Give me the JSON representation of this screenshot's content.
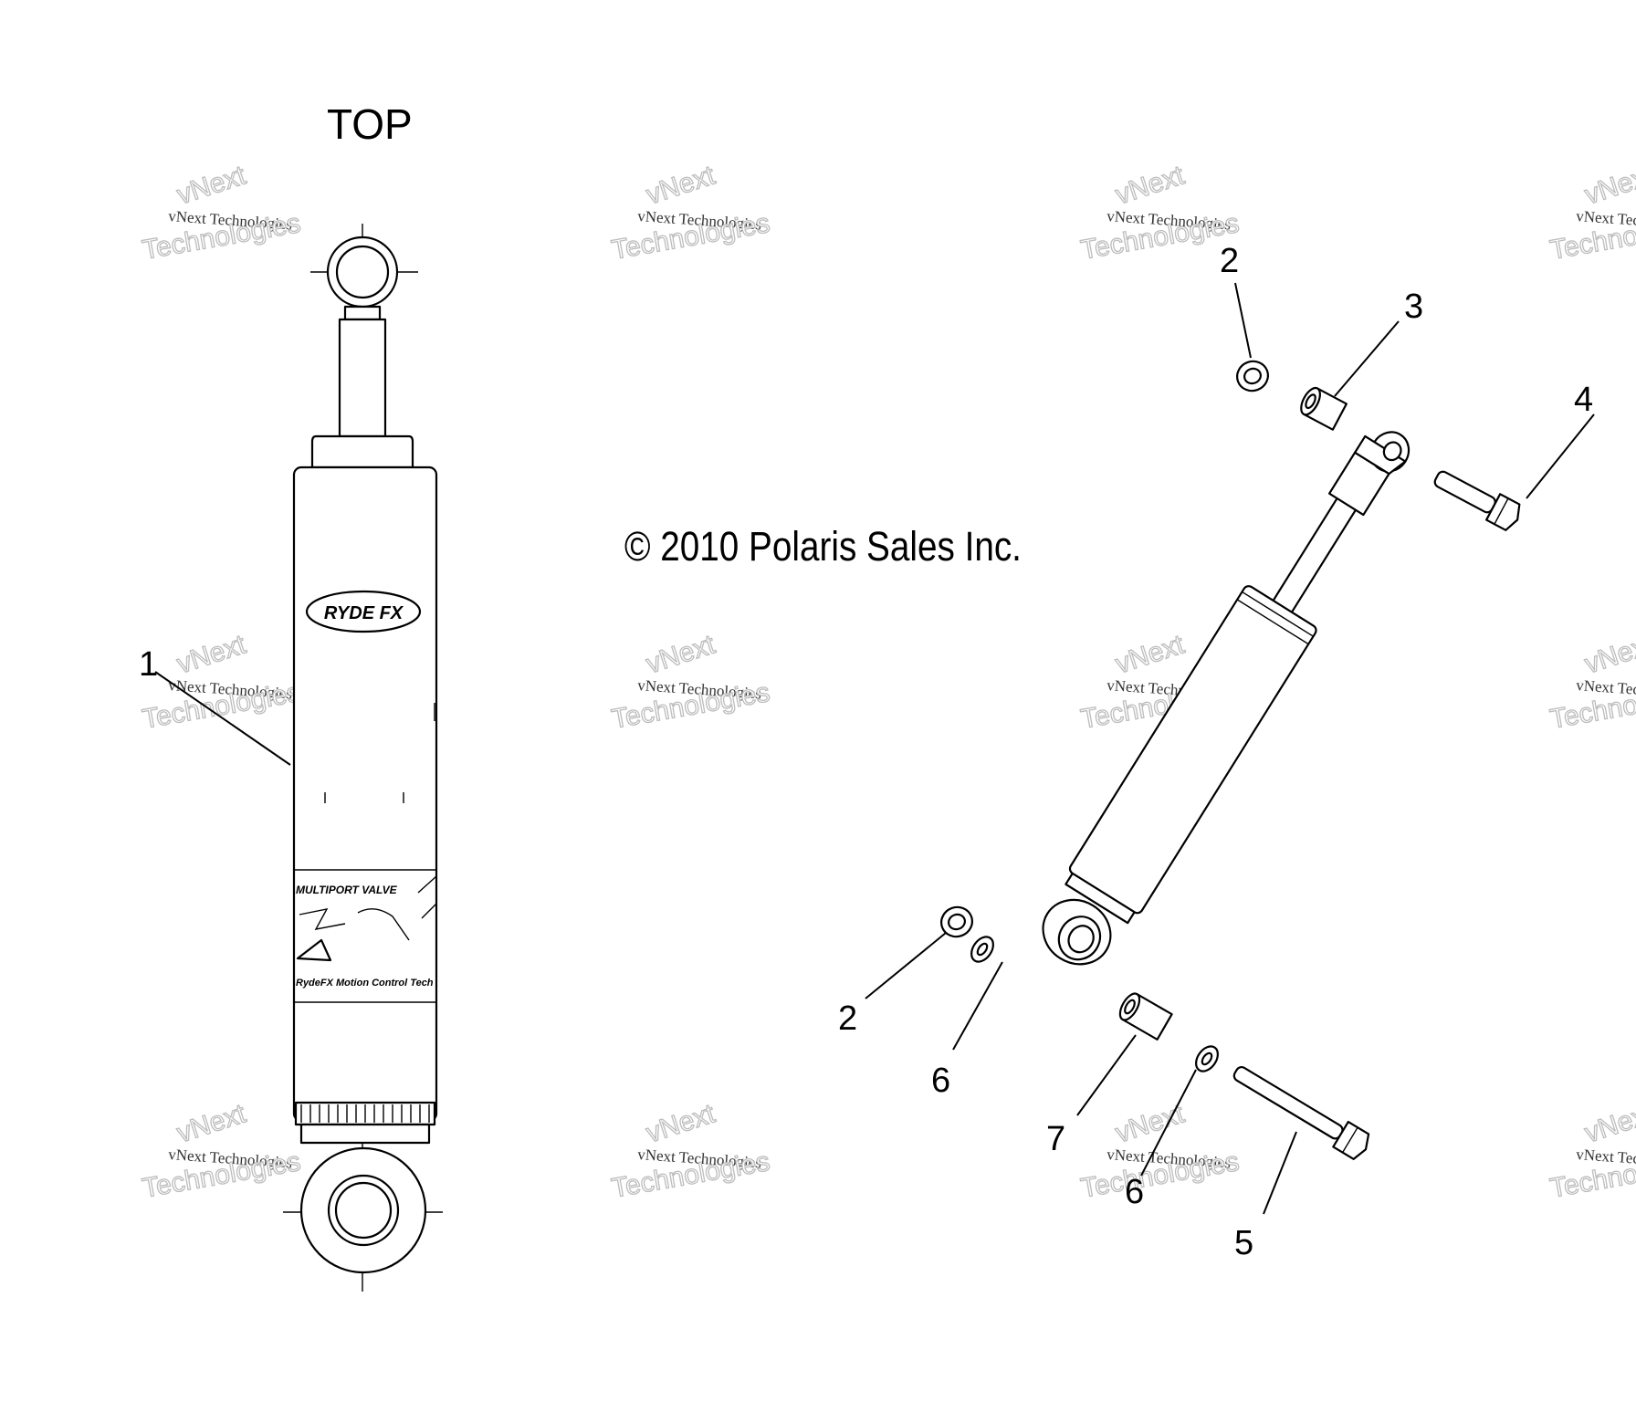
{
  "labels": {
    "top": "TOP",
    "copyright": "© 2010 Polaris Sales Inc."
  },
  "callouts": [
    "1",
    "2",
    "3",
    "4",
    "2",
    "6",
    "7",
    "6",
    "5"
  ],
  "shock_decal": {
    "logo": "RYDE FX",
    "band_title": "MULTIPORT VALVE",
    "band_footer": "RydeFX Motion Control Tech"
  },
  "watermark": {
    "line1": "vNext Technologies",
    "line2": "Technologies",
    "arc": "vNext"
  }
}
